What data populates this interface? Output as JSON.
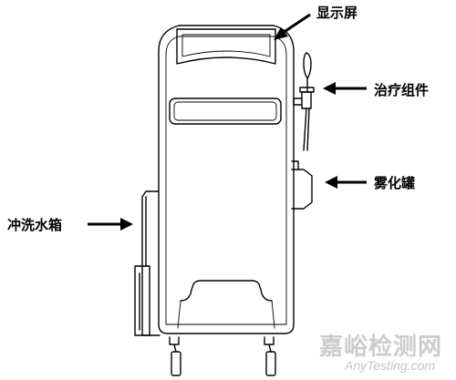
{
  "labels": {
    "display_screen": "显示屏",
    "treatment_assembly": "治疗组件",
    "nebulizer_tank": "雾化罐",
    "rinse_water_tank": "冲洗水箱"
  },
  "watermark": {
    "brand_cn": "嘉峪检测网",
    "brand_en": "AnyTesting.com"
  },
  "colors": {
    "line": "#000000",
    "watermark": "#c8c8c8"
  }
}
